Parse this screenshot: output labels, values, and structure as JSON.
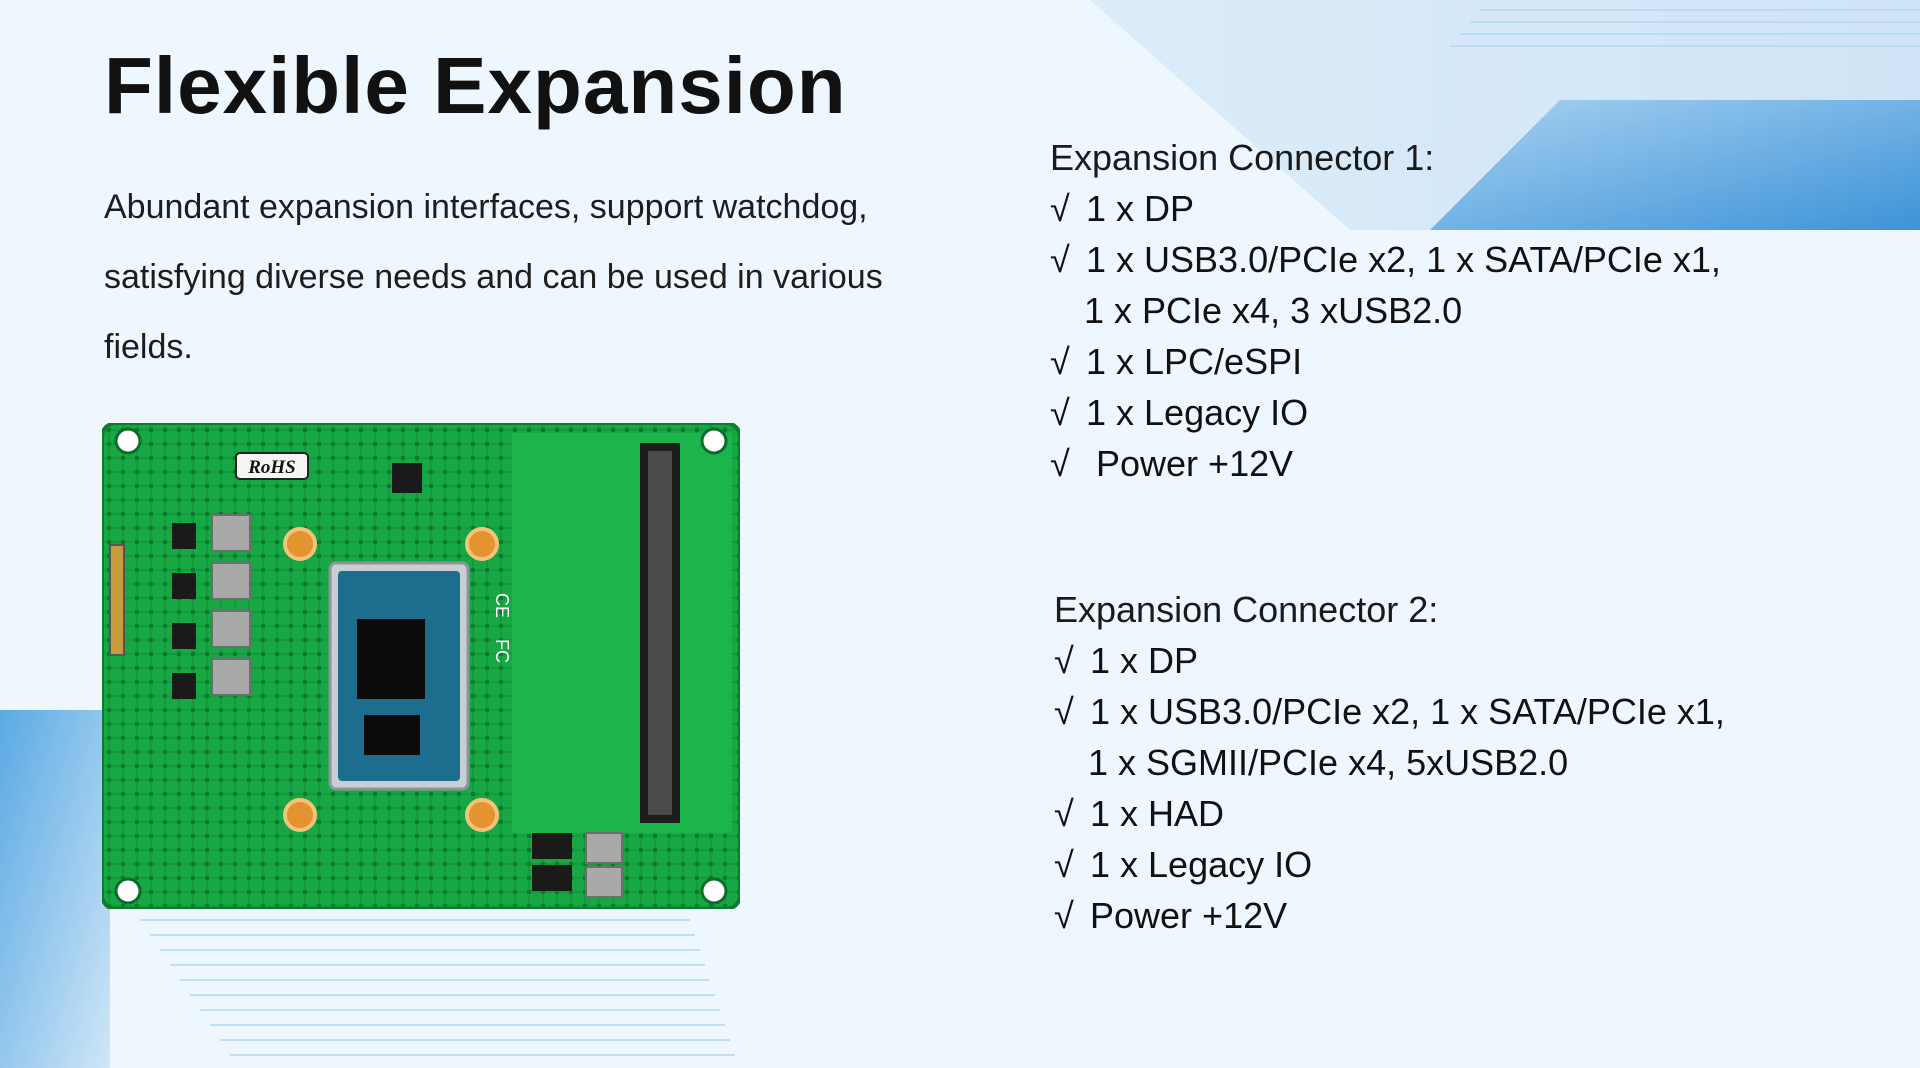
{
  "title": "Flexible Expansion",
  "intro": "Abundant expansion interfaces, support watchdog, satisfying diverse needs and can be used in various fields.",
  "board": {
    "logo": "RoHS",
    "marks": [
      "CE",
      "FC"
    ]
  },
  "connectors": [
    {
      "heading": "Expansion Connector 1:",
      "items": [
        {
          "check": "√",
          "text": "1 x DP"
        },
        {
          "check": "√",
          "text": "1 x USB3.0/PCIe x2, 1 x SATA/PCIe x1,"
        },
        {
          "check": "",
          "text": "1 x PCIe x4,  3 xUSB2.0"
        },
        {
          "check": "√",
          "text": "1 x LPC/eSPI"
        },
        {
          "check": "√",
          "text": "1 x Legacy IO"
        },
        {
          "check": "√",
          "text": " Power +12V"
        }
      ]
    },
    {
      "heading": "Expansion Connector 2:",
      "items": [
        {
          "check": "√",
          "text": "1 x DP"
        },
        {
          "check": "√",
          "text": "1 x USB3.0/PCIe x2, 1 x SATA/PCIe x1,"
        },
        {
          "check": "",
          "text": "1 x SGMII/PCIe x4, 5xUSB2.0"
        },
        {
          "check": "√",
          "text": "1 x HAD"
        },
        {
          "check": "√",
          "text": "1 x Legacy IO"
        },
        {
          "check": "√",
          "text": "Power +12V"
        }
      ]
    }
  ],
  "colors": {
    "background": "#eef7fd",
    "accent_blue": "#2f8ed6",
    "pcb_green": "#14a33f"
  }
}
